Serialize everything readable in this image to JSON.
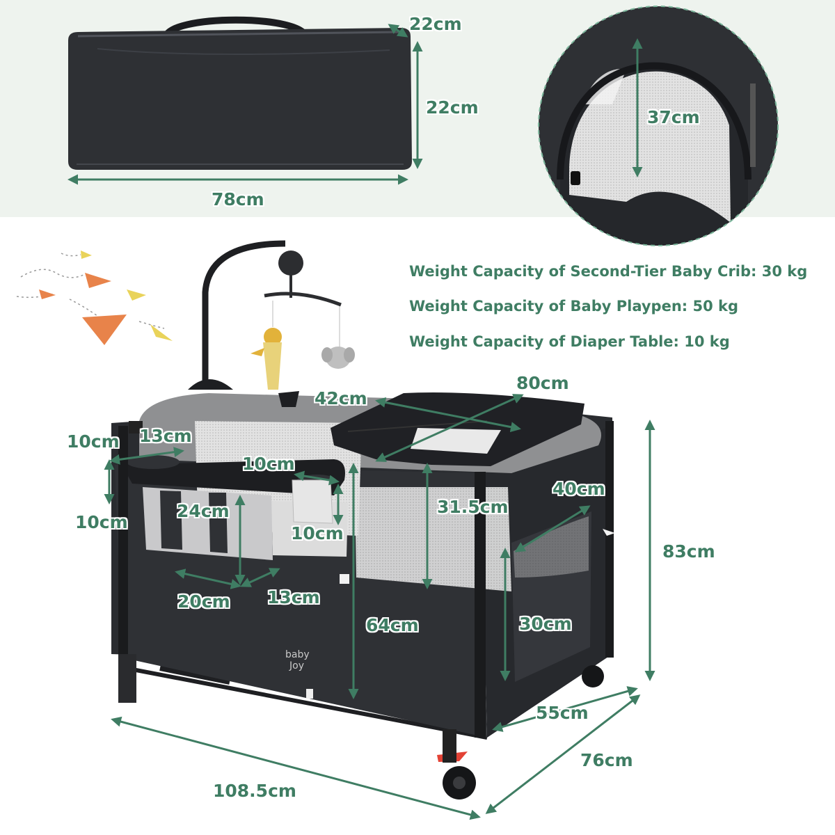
{
  "colors": {
    "accent_green": "#3f7d63",
    "band_background": "#eef3ee",
    "fabric_dark": "#2b2d31",
    "fabric_grey": "#8f9092",
    "mesh": "#d9d9d9",
    "kite_orange": "#e8834a",
    "kite_yellow": "#e9d35a"
  },
  "icons": [
    "carry-bag-icon",
    "crib-icon",
    "canopy-icon",
    "paper-plane-icon",
    "elephant-toy-icon",
    "lion-toy-icon",
    "music-mobile-icon",
    "wheel-icon"
  ],
  "specs": {
    "crib_capacity": "Weight Capacity of Second-Tier Baby Crib: 30 kg",
    "playpen_capacity": "Weight Capacity of Baby Playpen: 50 kg",
    "diaper_capacity": "Weight Capacity of Diaper Table: 10 kg"
  },
  "bag": {
    "depth": "22cm",
    "height": "22cm",
    "length": "78cm"
  },
  "canopy": {
    "height": "37cm"
  },
  "crib": {
    "table_width": "80cm",
    "table_depth": "42cm",
    "organizer_height": "10cm",
    "organizer_width": "13cm",
    "organizer_depth": "10cm",
    "cup_width": "10cm",
    "cup_depth": "10cm",
    "storage_height": "24cm",
    "storage_width": "20cm",
    "storage_depth": "13cm",
    "upper_tier_height": "31.5cm",
    "playpen_depth": "64cm",
    "pocket_width": "40cm",
    "pocket_height": "30cm",
    "total_height": "83cm",
    "inner_width": "55cm",
    "total_width": "76cm",
    "total_length": "108.5cm"
  },
  "brand": {
    "logo_line1": "baby",
    "logo_line2": "Joy"
  }
}
